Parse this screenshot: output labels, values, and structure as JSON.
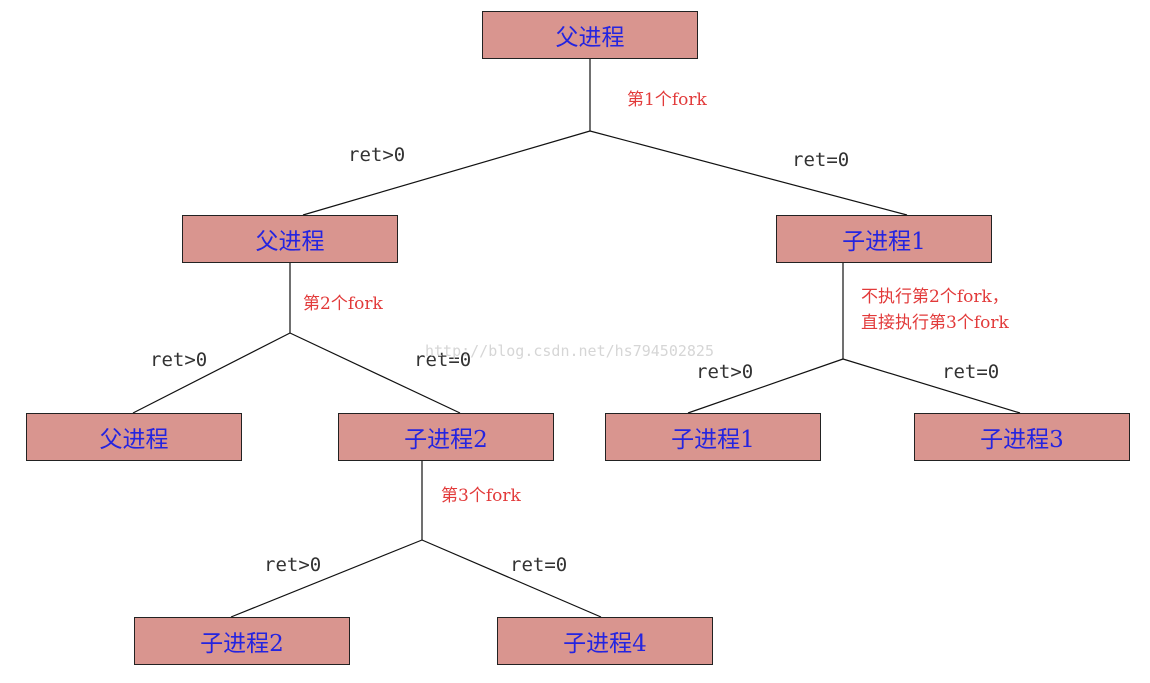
{
  "nodes": {
    "root": "父进程",
    "l1_parent": "父进程",
    "l1_child1": "子进程1",
    "l2_parent": "父进程",
    "l2_child2": "子进程2",
    "l2_child1": "子进程1",
    "l2_child3": "子进程3",
    "l3_child2": "子进程2",
    "l3_child4": "子进程4"
  },
  "edges": {
    "ret_gt0": "ret>0",
    "ret_eq0": "ret=0"
  },
  "annotations": {
    "fork1": "第1个fork",
    "fork2": "第2个fork",
    "fork3": "第3个fork",
    "skip_line1": "不执行第2个fork，",
    "skip_line2": "直接执行第3个fork"
  },
  "watermark": "http://blog.csdn.net/hs794502825",
  "colors": {
    "node_fill": "#d9958f",
    "node_text": "#2424e0",
    "annotation_text": "#e23a3a",
    "edge_label_text": "#333333"
  }
}
